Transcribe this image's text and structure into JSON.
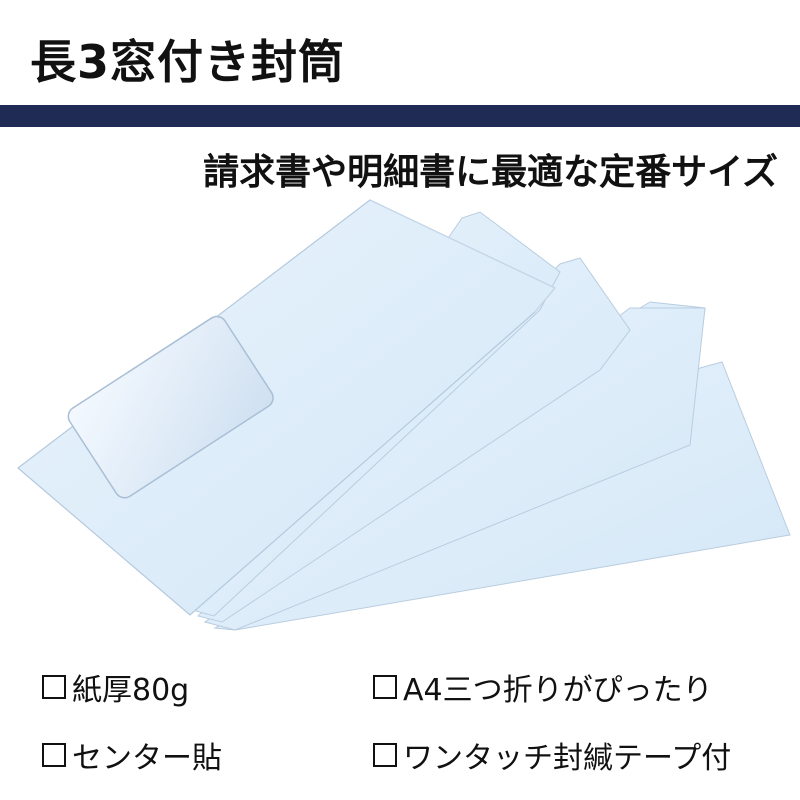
{
  "header": {
    "title": "長3窓付き封筒",
    "band_color": "#1f2a55"
  },
  "subtitle": "請求書や明細書に最適な定番サイズ",
  "photo": {
    "subject": "window envelopes fanned out",
    "envelope_color": "#dfeefa",
    "envelope_count": 5
  },
  "features": [
    {
      "label": "紙厚80g"
    },
    {
      "label": "A4三つ折りがぴったり"
    },
    {
      "label": "センター貼"
    },
    {
      "label": "ワンタッチ封緘テープ付"
    }
  ]
}
